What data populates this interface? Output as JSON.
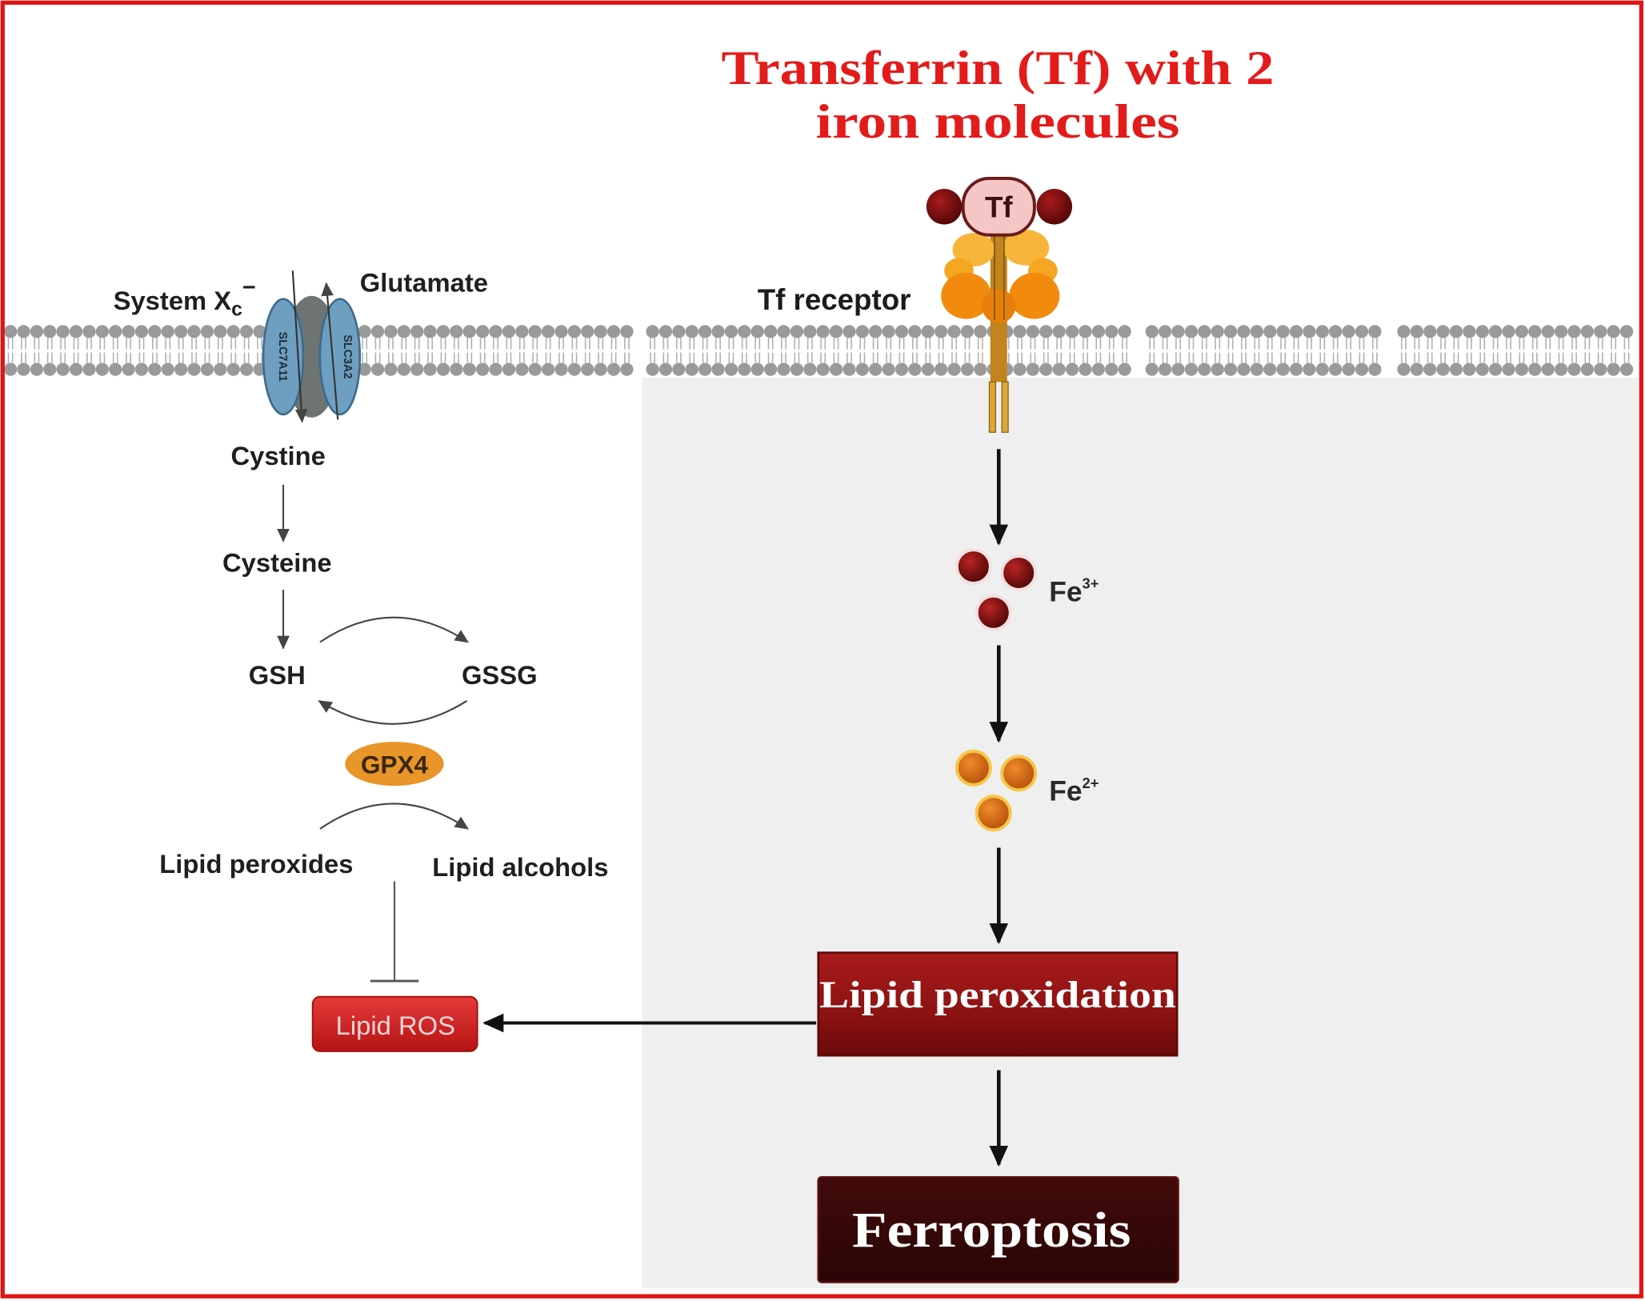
{
  "title": {
    "line1": "Transferrin (Tf) with 2",
    "line2": "iron molecules"
  },
  "left": {
    "system_label": "System X",
    "system_sub": "c",
    "system_sup": "−",
    "glutamate": "Glutamate",
    "transporter_a": "SLC7A11",
    "transporter_b": "SLC3A2",
    "cystine": "Cystine",
    "cysteine": "Cysteine",
    "gsh": "GSH",
    "gssg": "GSSG",
    "gpx4": "GPX4",
    "lipid_peroxides": "Lipid peroxides",
    "lipid_alcohols": "Lipid alcohols",
    "lipid_ros": "Lipid ROS"
  },
  "right": {
    "tf": "Tf",
    "tf_receptor": "Tf receptor",
    "fe3_base": "Fe",
    "fe3_charge": "3+",
    "fe2_base": "Fe",
    "fe2_charge": "2+",
    "lipid_peroxidation": "Lipid peroxidation",
    "ferroptosis": "Ferroptosis"
  },
  "colors": {
    "frame": "#e01414",
    "title": "#e31b1b",
    "membrane": "#9a9a9a",
    "cytoplasm_panel": "#efefef",
    "transporter_blue": "#6e9fc0",
    "gpx4_orange": "#e8952a",
    "lipid_ros_red": "#d42828",
    "fe3_dark_red": "#7a0e0e",
    "fe2_orange": "#de6e12",
    "lipid_peroxidation_box": "#9b1616",
    "ferroptosis_box": "#360808"
  }
}
